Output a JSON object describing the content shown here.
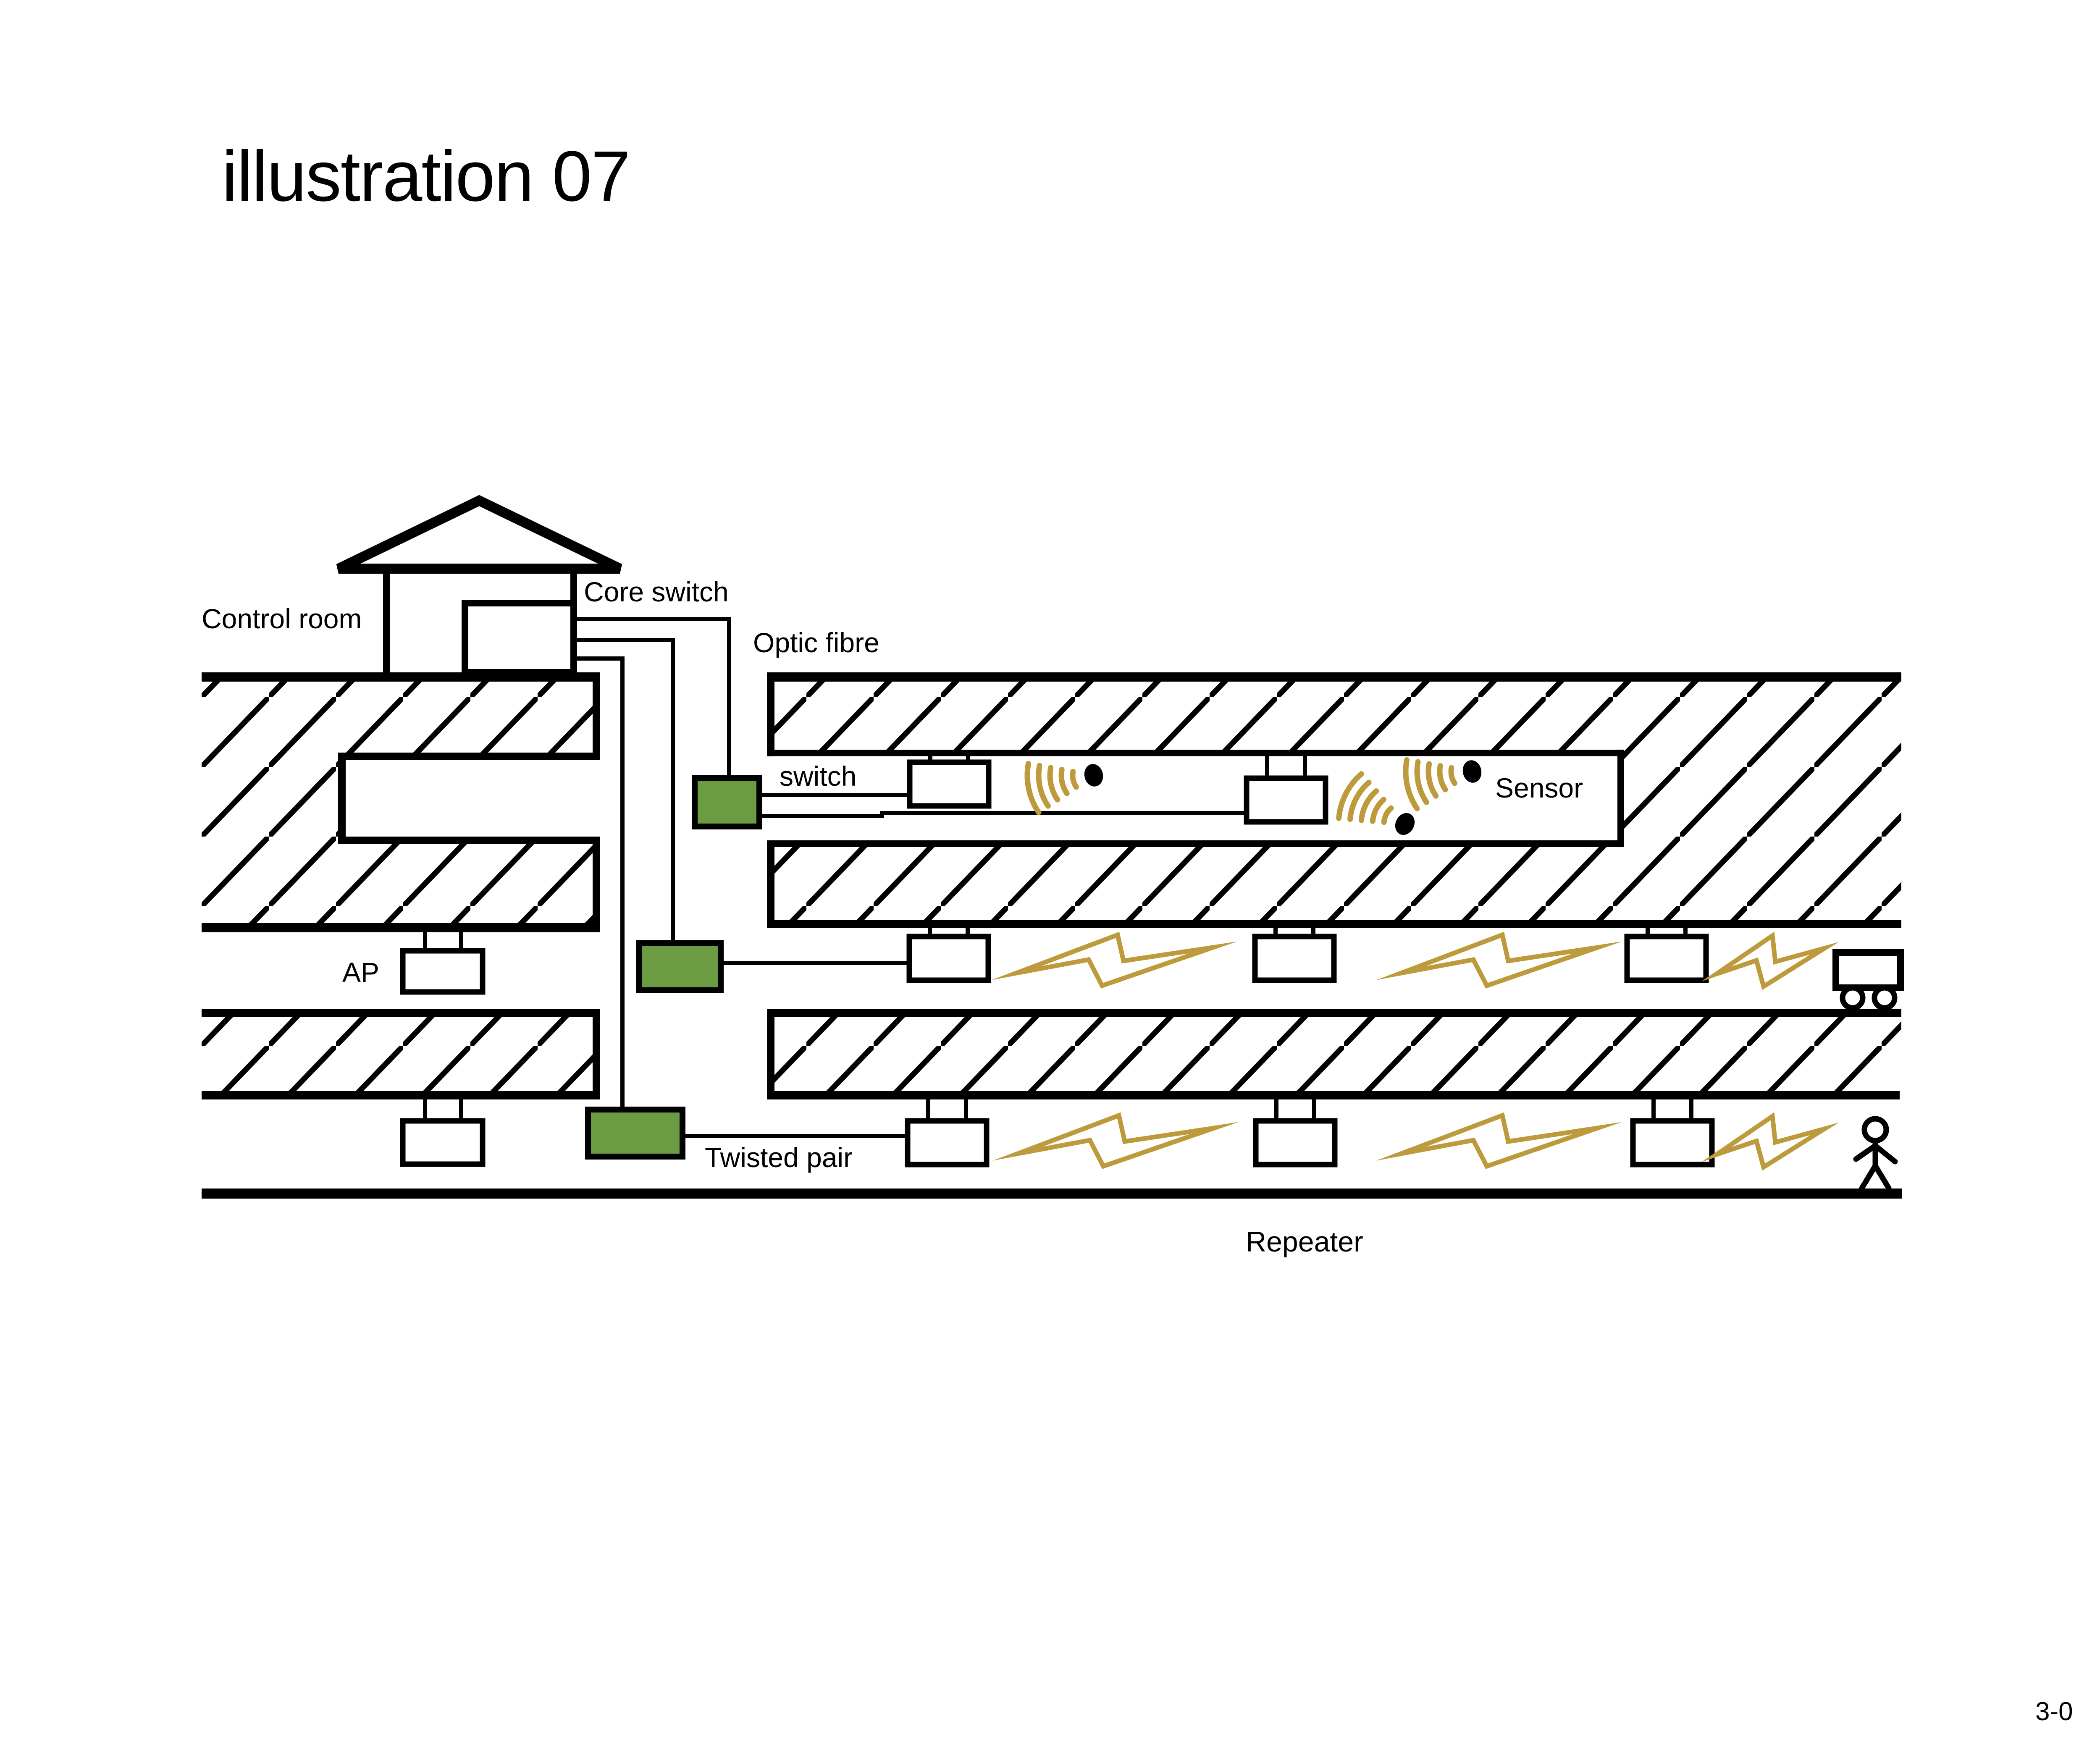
{
  "title": "illustration 07",
  "page_number": "3-0",
  "colors": {
    "switch_green": "#6b9c42",
    "signal_gold": "#bd9a3b",
    "ink": "#000000",
    "background": "#ffffff"
  },
  "labels": {
    "control_room": "Control room",
    "core_switch": "Core switch",
    "optic_fibre": "Optic fibre",
    "switch": "switch",
    "sensor": "Sensor",
    "ap": "AP",
    "twisted_pair": "Twisted pair",
    "repeater": "Repeater"
  },
  "components": {
    "green_switch_count": 3,
    "tunnel_levels": 3,
    "repeater_nodes_per_tunnel": 3,
    "ap_nodes": 2,
    "sensor_dots": 3,
    "lightning_bolts": 6,
    "icons": [
      "house-icon",
      "core-switch-box",
      "green-switch-icon",
      "repeater-node-icon",
      "ap-node-icon",
      "wifi-waves-icon",
      "sensor-dot-icon",
      "lightning-bolt-icon",
      "mine-cart-icon",
      "miner-person-icon",
      "rock-hatch"
    ]
  }
}
